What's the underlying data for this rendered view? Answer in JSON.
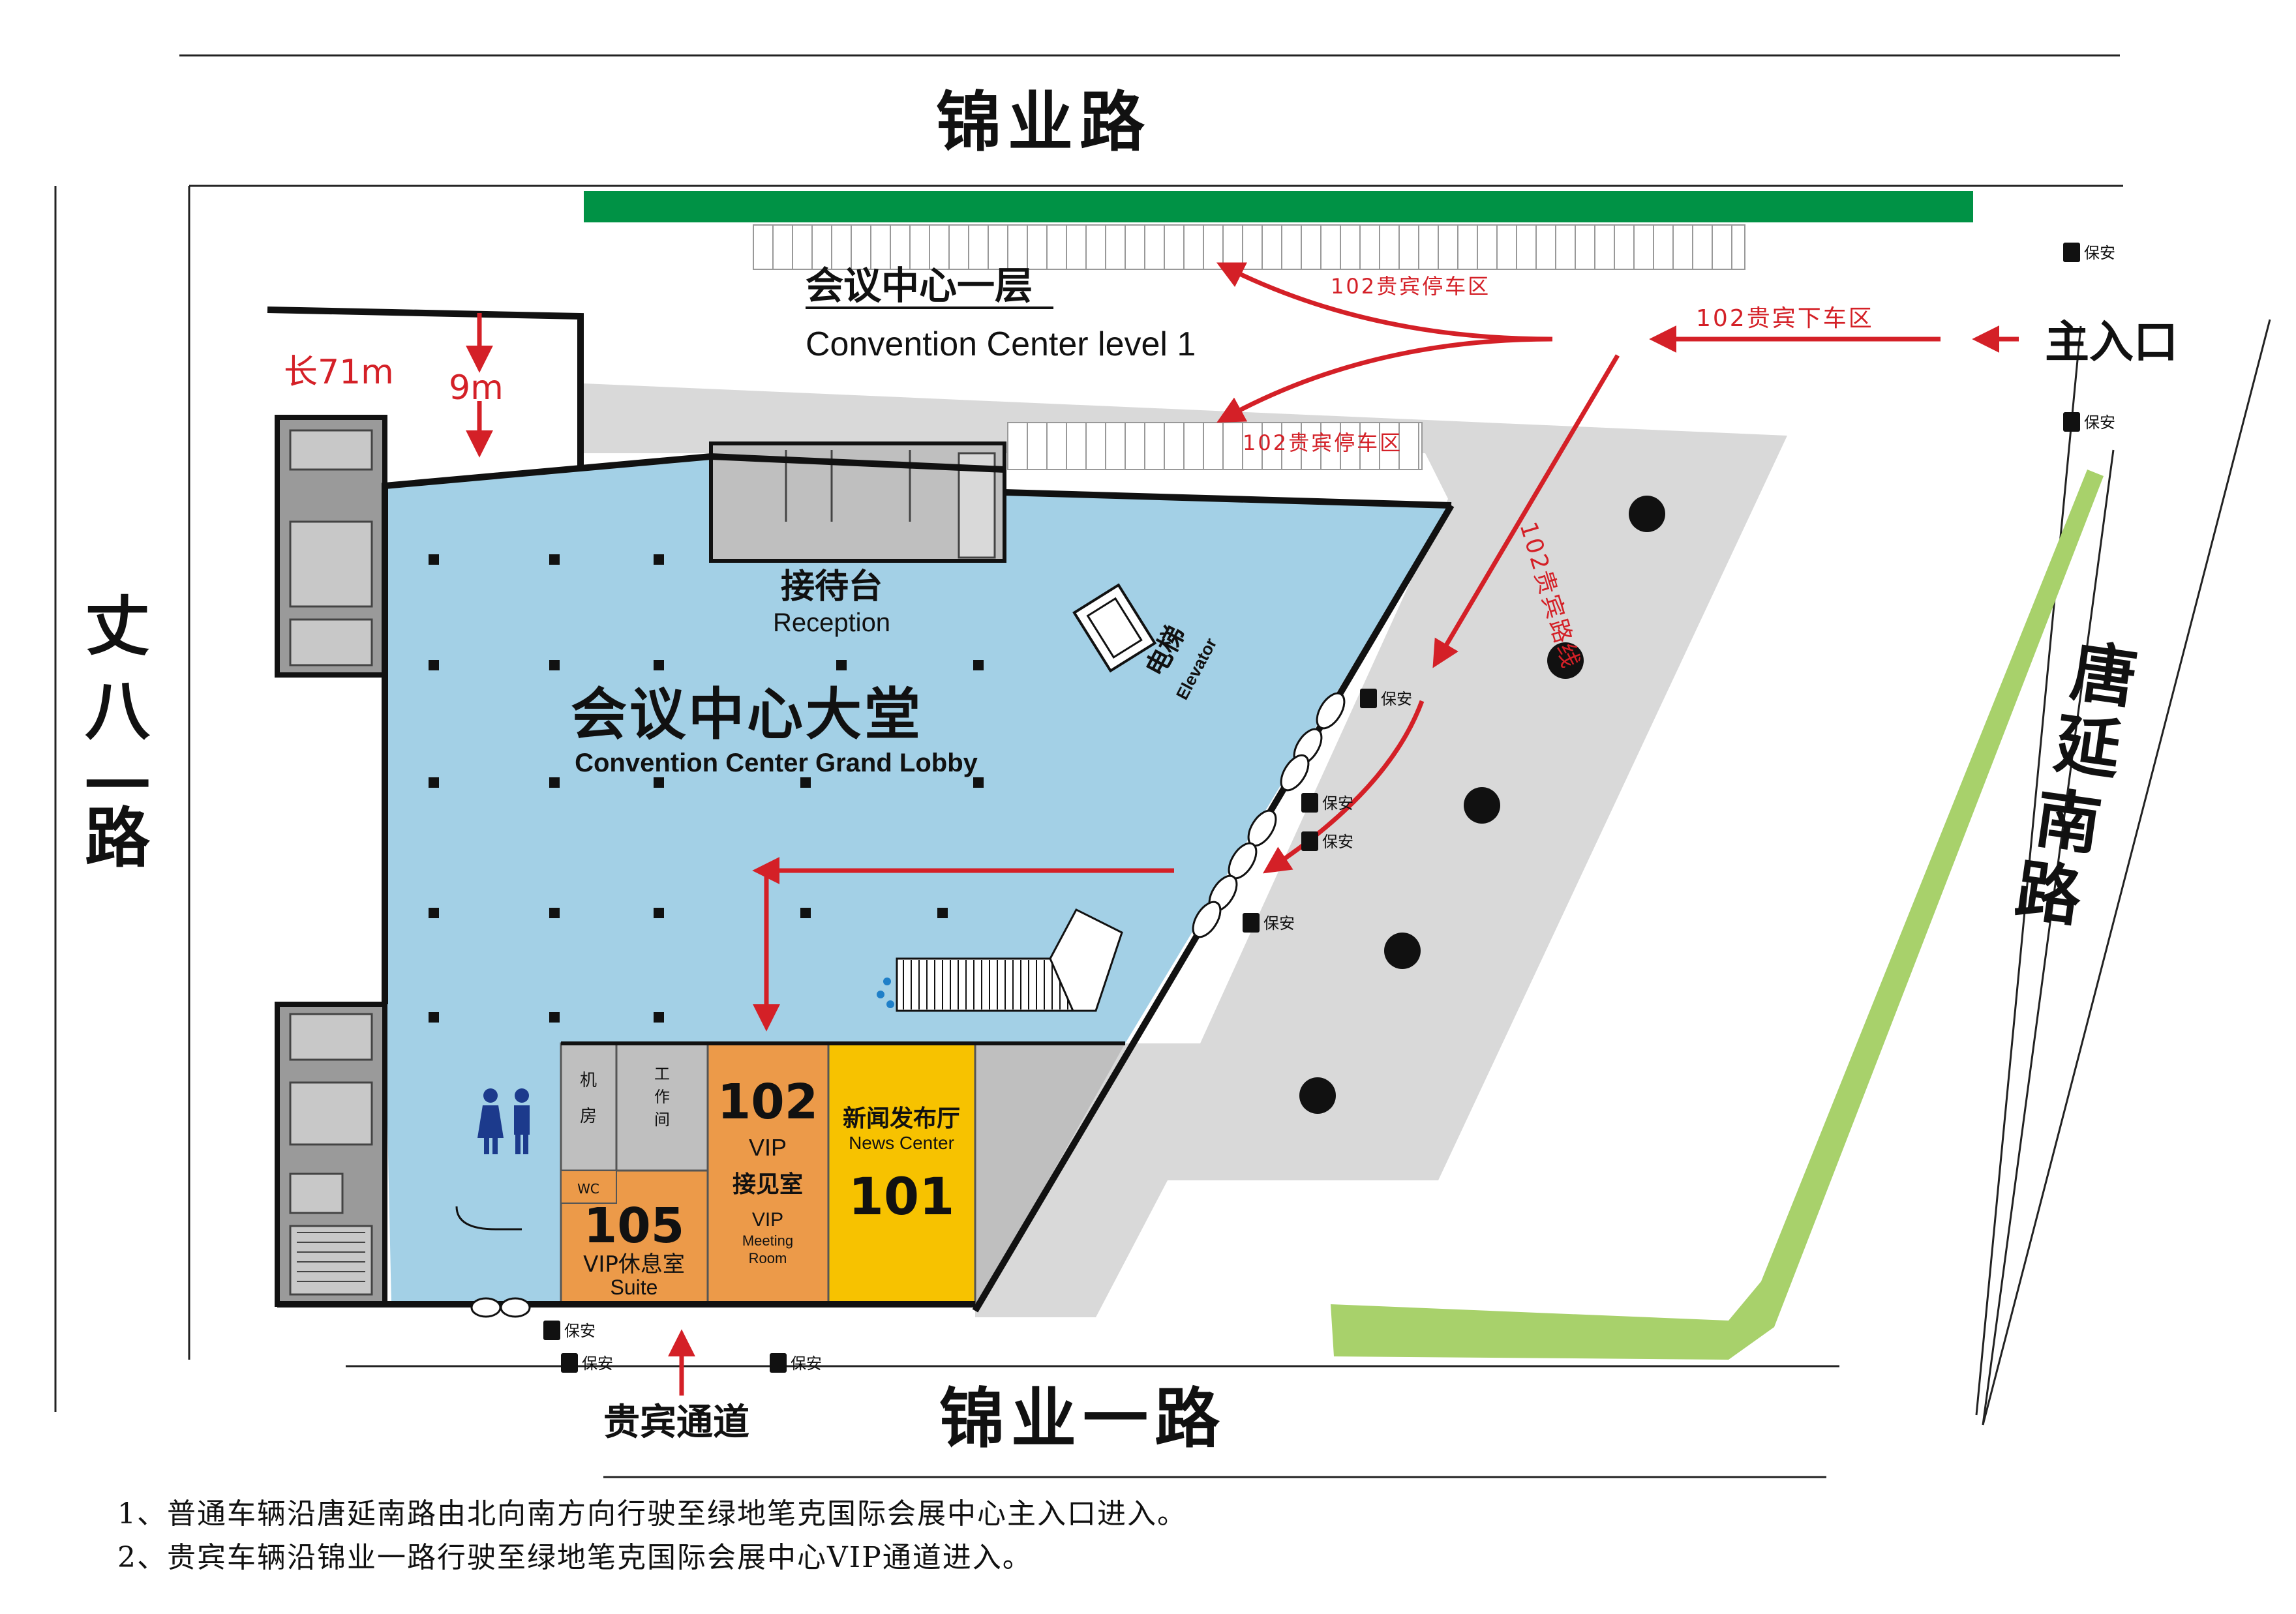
{
  "roads": {
    "north": "锦业路",
    "south": "锦业一路",
    "west": "丈八一路",
    "east": "唐延南路"
  },
  "level": {
    "cn": "会议中心一层",
    "en": "Convention Center level 1"
  },
  "dimensions": {
    "length": "长71m",
    "width": "9m"
  },
  "entrances": {
    "main": "主入口",
    "vip": "贵宾通道"
  },
  "routes": {
    "dropoff": "102贵宾下车区",
    "parking_north": "102贵宾停车区",
    "parking_south": "102贵宾停车区",
    "route": "102贵宾路线"
  },
  "rooms": {
    "lobby_cn": "会议中心大堂",
    "lobby_en": "Convention Center Grand Lobby",
    "reception_cn": "接待台",
    "reception_en": "Reception",
    "elevator_cn": "电梯",
    "elevator_en": "Elevator",
    "machine_room": "机房",
    "workroom": "工作间",
    "wc": "WC",
    "r105_num": "105",
    "r105_cn": "VIP休息室",
    "r105_en": "Suite",
    "r102_num": "102",
    "r102_vip": "VIP",
    "r102_cn": "接见室",
    "r102_en_1": "VIP",
    "r102_en_2": "Meeting",
    "r102_en_3": "Room",
    "r101_cn": "新闻发布厅",
    "r101_en": "News Center",
    "r101_num": "101"
  },
  "security_label": "保安",
  "notes": [
    "1、普通车辆沿唐延南路由北向南方向行驶至绿地笔克国际会展中心主入口进入。",
    "2、贵宾车辆沿锦业一路行驶至绿地笔克国际会展中心VIP通道进入。"
  ],
  "colors": {
    "lobby": "#a3d0e6",
    "room_orange": "#ec9a49",
    "room_yellow": "#f7c200",
    "plaza_gray": "#d9d9d9",
    "service_gray": "#bfbfbf",
    "green_strip": "#009245",
    "light_green": "#a8d16b",
    "route_red": "#d42027",
    "wall": "#1a1a1a"
  }
}
